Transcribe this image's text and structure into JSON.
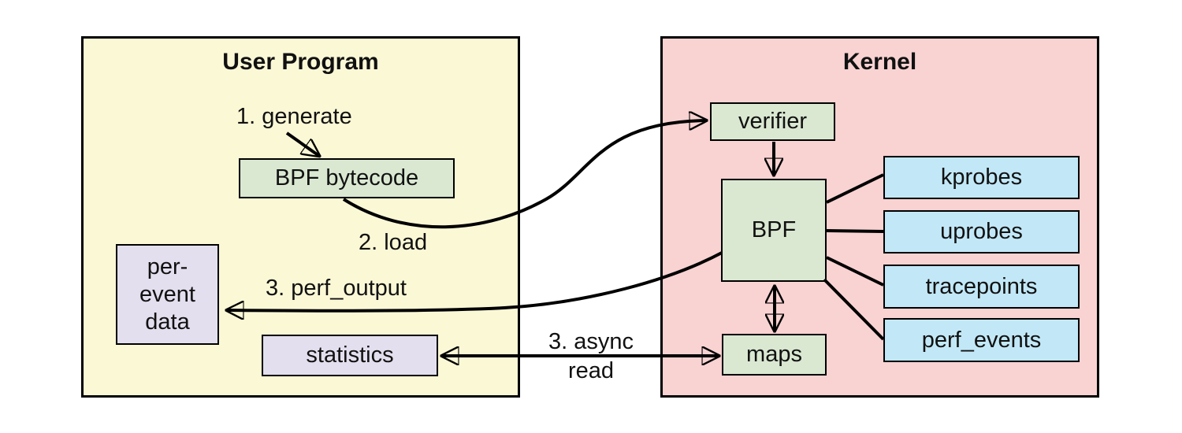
{
  "user_program": {
    "title": "User Program",
    "bpf_bytecode": "BPF bytecode",
    "per_event_data_lines": [
      "per-",
      "event",
      "data"
    ],
    "statistics": "statistics"
  },
  "kernel": {
    "title": "Kernel",
    "verifier": "verifier",
    "bpf": "BPF",
    "maps": "maps",
    "probes": [
      "kprobes",
      "uprobes",
      "tracepoints",
      "perf_events"
    ]
  },
  "edge_labels": {
    "generate": "1. generate",
    "load": "2. load",
    "perf_output": "3. perf_output",
    "async_read_line1": "3. async",
    "async_read_line2": "read"
  },
  "colors": {
    "user_program_bg": "#FBF8D6",
    "kernel_bg": "#F9D2D2",
    "program_node_bg": "#DAE8D2",
    "probe_node_bg": "#C2E8F8",
    "data_node_bg": "#E3DFEE",
    "line": "#000000"
  }
}
